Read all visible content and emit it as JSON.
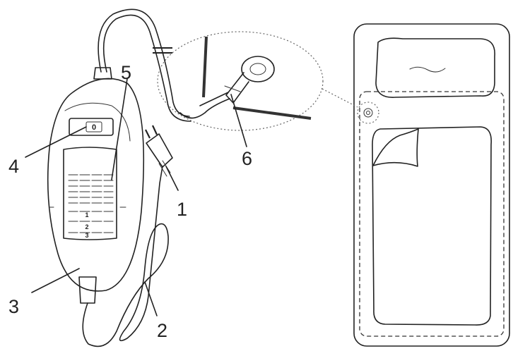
{
  "callouts": {
    "plug": "1",
    "cord": "2",
    "controller": "3",
    "power_switch": "4",
    "temperature_scale": "5",
    "connector": "6"
  },
  "controller": {
    "switch_label": "0",
    "level_labels": [
      "1",
      "2",
      "3"
    ]
  }
}
